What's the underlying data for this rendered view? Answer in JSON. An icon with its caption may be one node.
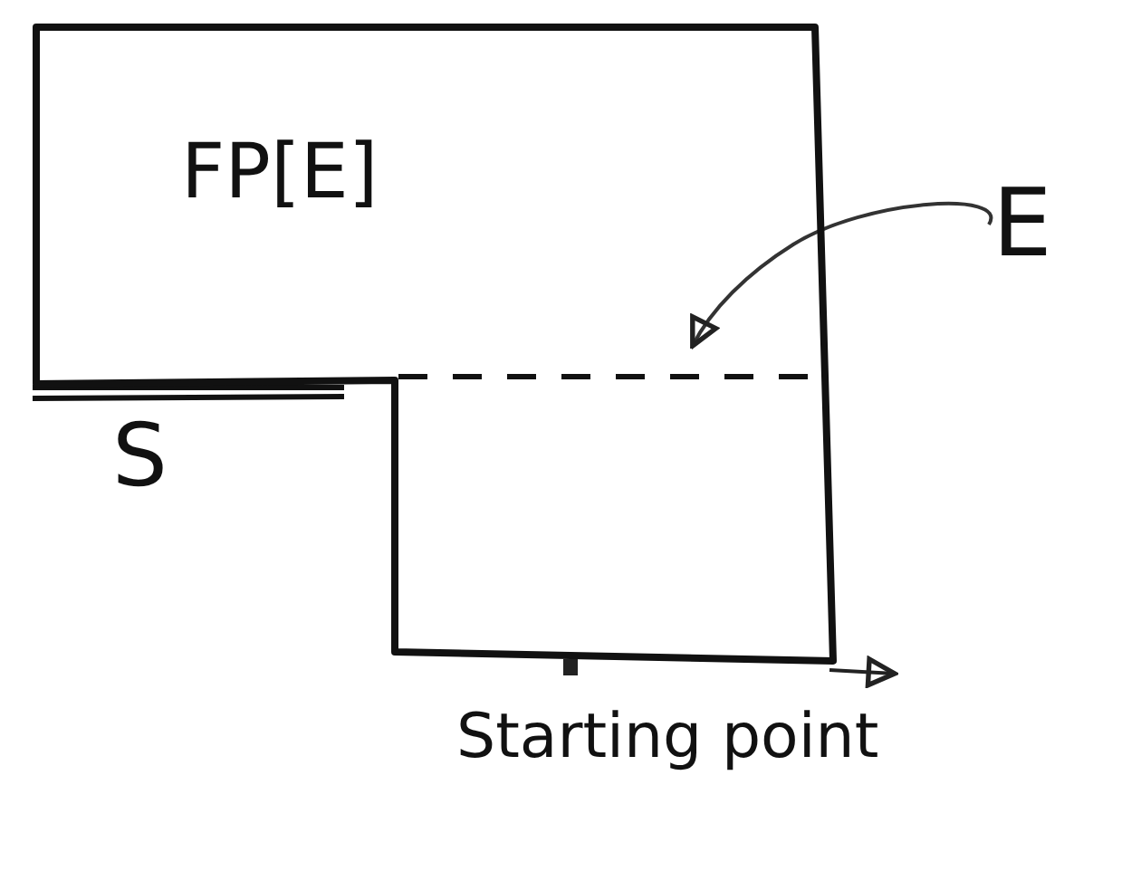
{
  "diagram": {
    "nodes": [
      {
        "text": [
          "FP[E]"
        ]
      },
      {
        "text": [
          "E"
        ]
      },
      {
        "text": [],
        "shape": "line",
        "in": 0
      }
    ],
    "edges": [
      {
        "from": 1,
        "to": 2,
        "arrow": "to"
      }
    ],
    "labels": [
      "S",
      "Starting point"
    ]
  }
}
